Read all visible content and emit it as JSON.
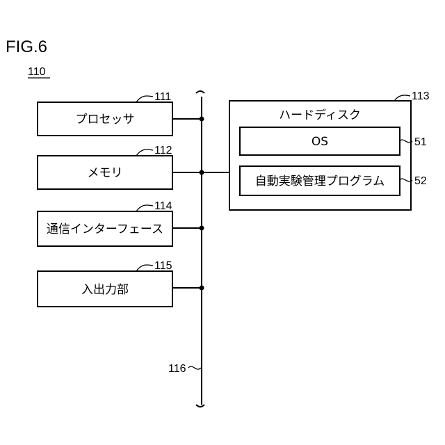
{
  "figure_label": "FIG.6",
  "device_ref": "110",
  "components": {
    "processor": {
      "label": "プロセッサ",
      "ref": "111"
    },
    "memory": {
      "label": "メモリ",
      "ref": "112"
    },
    "comm_interface": {
      "label": "通信インターフェース",
      "ref": "114"
    },
    "io_unit": {
      "label": "入出力部",
      "ref": "115"
    }
  },
  "hard_disk": {
    "label": "ハードディスク",
    "ref": "113",
    "os": {
      "label": "OS",
      "ref": "51"
    },
    "program": {
      "label": "自動実験管理プログラム",
      "ref": "52"
    }
  },
  "bus": {
    "ref": "116"
  }
}
